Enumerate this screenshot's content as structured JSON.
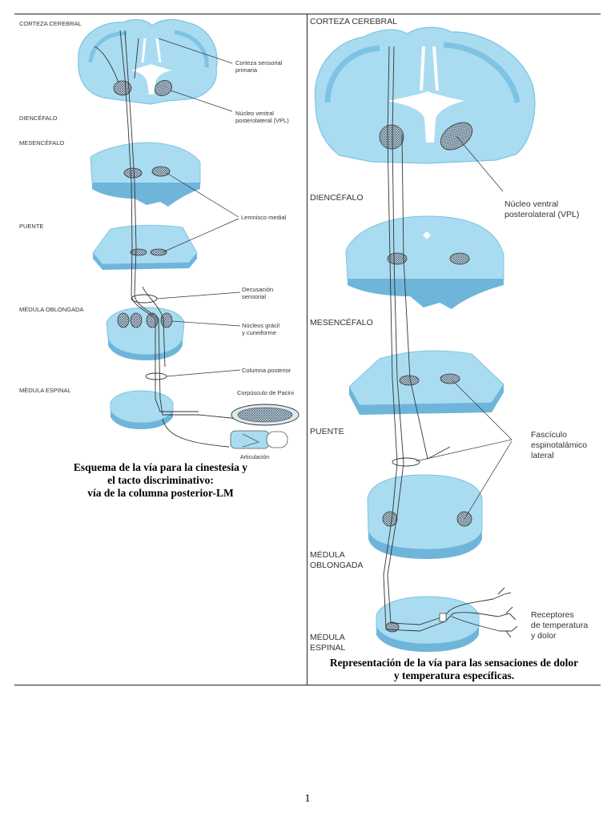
{
  "colors": {
    "tissue": "#a9dcf1",
    "tissue_dark": "#7ec3e4",
    "tissue_side": "#6fb5da",
    "white_matter": "#ffffff",
    "nucleus": "#5f7f9a",
    "line": "#333333"
  },
  "left": {
    "levels": {
      "cortex": "CORTEZA CEREBRAL",
      "diencephalon": "DIENCÉFALO",
      "mesencephalon": "MESENCÉFALO",
      "pons": "PUENTE",
      "medulla": "MÉDULA OBLONGADA",
      "spinal": "MÉDULA ESPINAL"
    },
    "annotations": {
      "sensory_cortex_1": "Corteza sensorial",
      "sensory_cortex_2": "primaria",
      "vpl_1": "Núcleo ventral",
      "vpl_2": "posterolateral (VPL)",
      "lemniscus": "Lemnisco medial",
      "decussation_1": "Decusación",
      "decussation_2": "sensorial",
      "nuclei_1": "Núcleos grácil",
      "nuclei_2": "y cuneiforme",
      "posterior_column": "Columna posterior",
      "pacini": "Corpúsculo de Pacini",
      "joint": "Articulación"
    },
    "caption": {
      "line1": "Esquema de la vía para la cinestesia y",
      "line2": "el tacto discriminativo:",
      "line3": "vía de la columna posterior-LM"
    }
  },
  "right": {
    "levels": {
      "cortex": "CORTEZA CEREBRAL",
      "diencephalon": "DIENCÉFALO",
      "mesencephalon": "MESENCÉFALO",
      "pons": "PUENTE",
      "medulla_1": "MÉDULA",
      "medulla_2": "OBLONGADA",
      "spinal_1": "MÉDULA",
      "spinal_2": "ESPINAL"
    },
    "annotations": {
      "vpl_1": "Núcleo ventral",
      "vpl_2": "posterolateral (VPL)",
      "fasciculus_1": "Fascículo",
      "fasciculus_2": "espinotalámico",
      "fasciculus_3": "lateral",
      "receptors_1": "Receptores",
      "receptors_2": "de temperatura",
      "receptors_3": "y dolor"
    },
    "caption": {
      "line1": "Representación de la vía para las sensaciones de dolor",
      "line2": "y temperatura específicas."
    }
  },
  "page_number": "1"
}
